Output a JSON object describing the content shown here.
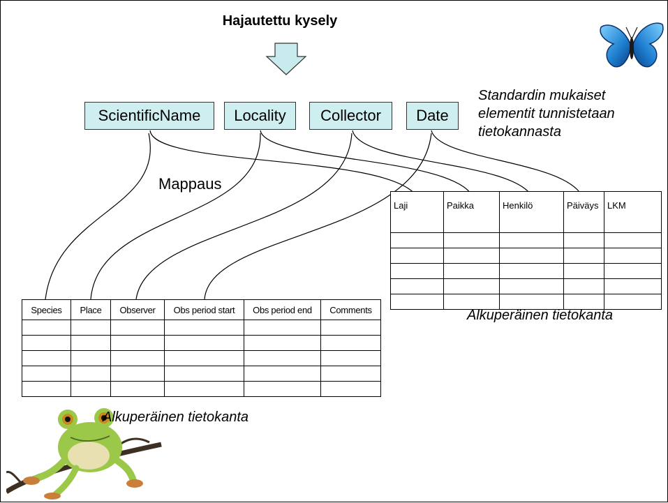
{
  "title": "Hajautettu kysely",
  "standard_elements": [
    "ScientificName",
    "Locality",
    "Collector",
    "Date"
  ],
  "standard_note_lines": [
    "Standardin mukaiset",
    "elementit tunnistetaan",
    "tietokannasta"
  ],
  "mapping_label": "Mappaus",
  "source_db_1": {
    "label": "Alkuperäinen tietokanta",
    "columns": [
      "Laji",
      "Paikka",
      "Henkilö",
      "Päiväys",
      "LKM"
    ],
    "empty_rows": 5
  },
  "source_db_2": {
    "label": "Alkuperäinen tietokanta",
    "columns": [
      "Species",
      "Place",
      "Observer",
      "Obs period start",
      "Obs period end",
      "Comments"
    ],
    "empty_rows": 5
  },
  "colors": {
    "element_box_fill": "#cfeef0",
    "arrow_fill": "#c8ecee",
    "butterfly": "#2b8fd6",
    "frog": "#8fbf3a"
  },
  "images": [
    "butterfly",
    "frog-on-branch"
  ]
}
